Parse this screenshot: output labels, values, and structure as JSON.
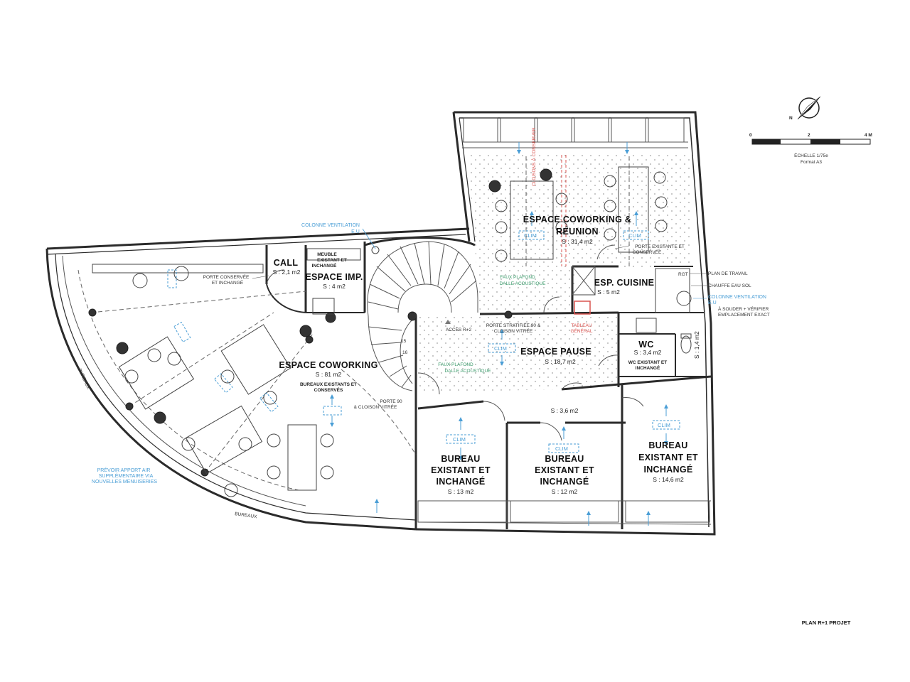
{
  "plan_title": "PLAN R+1 PROJET",
  "scale": {
    "ticks": [
      "0",
      "2",
      "4 M"
    ],
    "echelle": "ÉCHELLE 1/75e",
    "format": "Format A3"
  },
  "compass": {
    "north_label": "N"
  },
  "rooms": {
    "cowork_reunion": {
      "name_l1": "ESPACE COWORKING &",
      "name_l2": "RÉUNION",
      "area": "S : 31,4 m2"
    },
    "call": {
      "name": "CALL",
      "area": "S : 2,1 m2"
    },
    "imp": {
      "name": "ESPACE IMP.",
      "area": "S : 4 m2"
    },
    "cuisine": {
      "name": "ESP. CUISINE",
      "area": "S : 5 m2"
    },
    "coworking": {
      "name": "ESPACE COWORKING",
      "area": "S : 81 m2",
      "note_l1": "BUREAUX EXISTANTS ET",
      "note_l2": "CONSERVÉS"
    },
    "pause": {
      "name": "ESPACE PAUSE",
      "area": "S : 18,7 m2"
    },
    "wc": {
      "name": "WC",
      "area": "S : 3,4 m2",
      "note_l1": "WC EXISTANT ET",
      "note_l2": "INCHANGÉ"
    },
    "wc2": {
      "area": "S : 1,4 m2"
    },
    "couloir": {
      "area": "S : 3,6 m2"
    },
    "bureau1": {
      "l1": "BUREAU",
      "l2": "EXISTANT ET",
      "l3": "INCHANGÉ",
      "area": "S : 13 m2"
    },
    "bureau2": {
      "l1": "BUREAU",
      "l2": "EXISTANT ET",
      "l3": "INCHANGÉ",
      "area": "S : 12 m2"
    },
    "bureau3": {
      "l1": "BUREAU",
      "l2": "EXISTANT ET",
      "l3": "INCHANGÉ",
      "area": "S : 14,6 m2"
    }
  },
  "annotations": {
    "colonne_ventil_top_l1": "COLONNE VENTILATION",
    "colonne_ventil_top_l2": "E.U",
    "meuble_l1": "MEUBLE",
    "meuble_l2": "EXISTANT ET",
    "meuble_l3": "INCHANGÉ",
    "porte_conservee_l1": "PORTE CONSERVÉE",
    "porte_conservee_l2": "ET INCHANGÉ",
    "porte_existante_l1": "PORTE EXISTANTE ET",
    "porte_existante_l2": "CONSERVÉE",
    "cloisons_vertical": "CLOISONS À CONSERVER",
    "faux_plafond_top_l1": "FAUX PLAFOND",
    "faux_plafond_top_l2": "DALLE ACOUSTIQUE",
    "faux_plafond_mid_l1": "FAUX PLAFOND",
    "faux_plafond_mid_l2": "DALLE ACOUSTIQUE",
    "plan_travail": "PLAN DE TRAVAIL",
    "chauffe_eau": "CHAUFFE EAU SOL",
    "colonne_ventil_right_l1": "COLONNE VENTILATION",
    "colonne_ventil_right_l2": "E.U",
    "a_souder_l1": "À SOUDER + VÉRIFIER",
    "a_souder_l2": "EMPLACEMENT EXACT",
    "acces_r2": "ACCÈS R+2",
    "porte_stratifiee_l1": "PORTE STRATIFIÉE 90 &",
    "porte_stratifiee_l2": "CLOISON VITRÉE",
    "tableau_l1": "TABLEAU",
    "tableau_l2": "GÉNÉRAL",
    "porte90_l1": "PORTE 90",
    "porte90_l2": "& CLOISON VITRÉE",
    "prevoir_l1": "PRÉVOIR APPORT AIR",
    "prevoir_l2": "SUPPLÉMENTAIRE VIA",
    "prevoir_l3": "NOUVELLES MENUISERIES",
    "bureaux_vertical": "BUREAUX",
    "bureaux_bottom": "BUREAUX",
    "rgt": "RGT"
  },
  "clim_label": "CLIM",
  "stair_numbers": [
    "15",
    "16"
  ]
}
